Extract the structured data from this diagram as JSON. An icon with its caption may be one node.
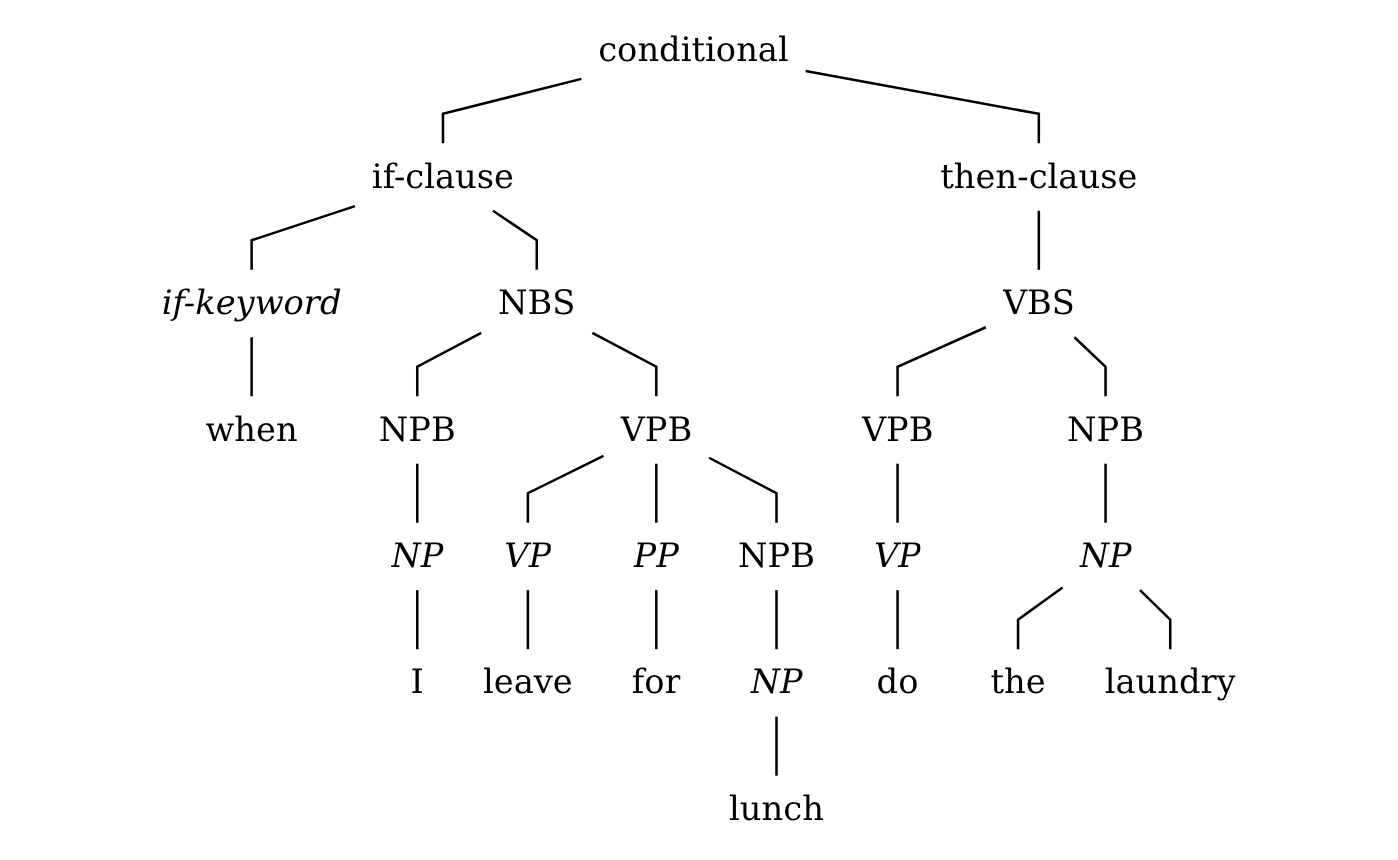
{
  "diagram": {
    "nodes": [
      {
        "text": [
          "conditional"
        ]
      },
      {
        "text": [
          "if-clause"
        ]
      },
      {
        "text": [
          "then-clause"
        ]
      },
      {
        "text": [
          "if-keyword"
        ]
      },
      {
        "text": [
          "NBS"
        ]
      },
      {
        "text": [
          "VBS"
        ]
      },
      {
        "text": [
          "NPB"
        ]
      },
      {
        "text": [
          "VPB"
        ]
      },
      {
        "text": [
          "VPB"
        ]
      },
      {
        "text": [
          "NPB"
        ]
      },
      {
        "text": [
          "NPB"
        ]
      },
      {
        "text": [
          "NP"
        ]
      },
      {
        "text": [
          "VP"
        ]
      },
      {
        "text": [
          "PP"
        ]
      },
      {
        "text": [
          "NP"
        ]
      },
      {
        "text": [
          "VP"
        ]
      },
      {
        "text": [
          "NP"
        ]
      },
      {
        "text": [
          "when"
        ]
      },
      {
        "text": [
          "I"
        ]
      },
      {
        "text": [
          "leave"
        ]
      },
      {
        "text": [
          "for"
        ]
      },
      {
        "text": [
          "lunch"
        ]
      },
      {
        "text": [
          "do"
        ]
      },
      {
        "text": [
          "the"
        ]
      },
      {
        "text": [
          "laundry"
        ]
      }
    ],
    "edges": [
      {
        "from": 0,
        "to": 1,
        "arrow": "none"
      },
      {
        "from": 0,
        "to": 2,
        "arrow": "none"
      },
      {
        "from": 1,
        "to": 3,
        "arrow": "none"
      },
      {
        "from": 1,
        "to": 4,
        "arrow": "none"
      },
      {
        "from": 2,
        "to": 5,
        "arrow": "none"
      },
      {
        "from": 4,
        "to": 6,
        "arrow": "none"
      },
      {
        "from": 4,
        "to": 7,
        "arrow": "none"
      },
      {
        "from": 5,
        "to": 8,
        "arrow": "none"
      },
      {
        "from": 5,
        "to": 9,
        "arrow": "none"
      },
      {
        "from": 3,
        "to": 17,
        "arrow": "none"
      },
      {
        "from": 6,
        "to": 11,
        "arrow": "none"
      },
      {
        "from": 7,
        "to": 12,
        "arrow": "none"
      },
      {
        "from": 7,
        "to": 13,
        "arrow": "none"
      },
      {
        "from": 7,
        "to": 10,
        "arrow": "none"
      },
      {
        "from": 10,
        "to": 14,
        "arrow": "none"
      },
      {
        "from": 8,
        "to": 15,
        "arrow": "none"
      },
      {
        "from": 9,
        "to": 16,
        "arrow": "none"
      },
      {
        "from": 11,
        "to": 18,
        "arrow": "none"
      },
      {
        "from": 12,
        "to": 19,
        "arrow": "none"
      },
      {
        "from": 13,
        "to": 20,
        "arrow": "none"
      },
      {
        "from": 14,
        "to": 21,
        "arrow": "none"
      },
      {
        "from": 15,
        "to": 22,
        "arrow": "none"
      },
      {
        "from": 16,
        "to": 23,
        "arrow": "none"
      },
      {
        "from": 16,
        "to": 24,
        "arrow": "none"
      }
    ]
  }
}
